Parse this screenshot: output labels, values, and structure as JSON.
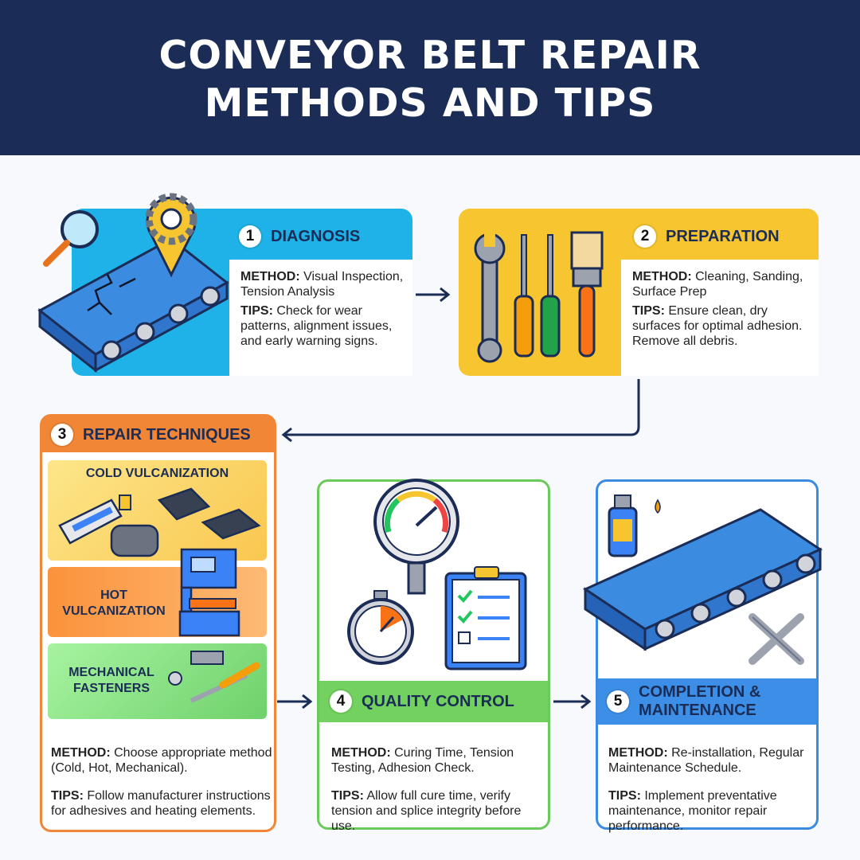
{
  "title": {
    "line1": "CONVEYOR BELT REPAIR",
    "line2": "METHODS AND TIPS"
  },
  "steps": [
    {
      "number": "1",
      "title": "DIAGNOSIS",
      "method_label": "METHOD:",
      "method": "Visual Inspection, Tension Analysis",
      "tips_label": "TIPS:",
      "tips": "Check for wear patterns, alignment issues, and early warning signs.",
      "color": "#1fb2e8"
    },
    {
      "number": "2",
      "title": "PREPARATION",
      "method_label": "METHOD:",
      "method": "Cleaning, Sanding, Surface Prep",
      "tips_label": "TIPS:",
      "tips": "Ensure clean, dry surfaces for optimal adhesion. Remove all debris.",
      "color": "#f6c52f"
    },
    {
      "number": "3",
      "title": "REPAIR TECHNIQUES",
      "subsections": [
        "COLD VULCANIZATION",
        "HOT VULCANIZATION",
        "MECHANICAL FASTENERS"
      ],
      "method_label": "METHOD:",
      "method": "Choose appropriate method (Cold, Hot, Mechanical).",
      "tips_label": "TIPS:",
      "tips": "Follow manufacturer instructions for adhesives and heating elements.",
      "color": "#f08636"
    },
    {
      "number": "4",
      "title": "QUALITY CONTROL",
      "method_label": "METHOD:",
      "method": "Curing Time, Tension Testing, Adhesion Check.",
      "tips_label": "TIPS:",
      "tips": "Allow full cure time, verify tension and splice integrity before use.",
      "color": "#6cc95c"
    },
    {
      "number": "5",
      "title_line1": "COMPLETION &",
      "title_line2": "MAINTENANCE",
      "method_label": "METHOD:",
      "method": "Re-installation, Regular Maintenance Schedule.",
      "tips_label": "TIPS:",
      "tips": "Implement preventative maintenance, monitor repair performance.",
      "color": "#3b8be0"
    }
  ],
  "icons": [
    "magnifier-icon",
    "gear-location-pin-icon",
    "cracked-belt-icon",
    "wrench-icon",
    "screwdriver-icon",
    "paintbrush-icon",
    "glue-tube-icon",
    "patch-icon",
    "heat-press-icon",
    "fastener-icon",
    "pressure-gauge-icon",
    "stopwatch-icon",
    "checklist-icon",
    "spray-can-icon",
    "conveyor-belt-icon",
    "crossed-wrenches-icon"
  ]
}
